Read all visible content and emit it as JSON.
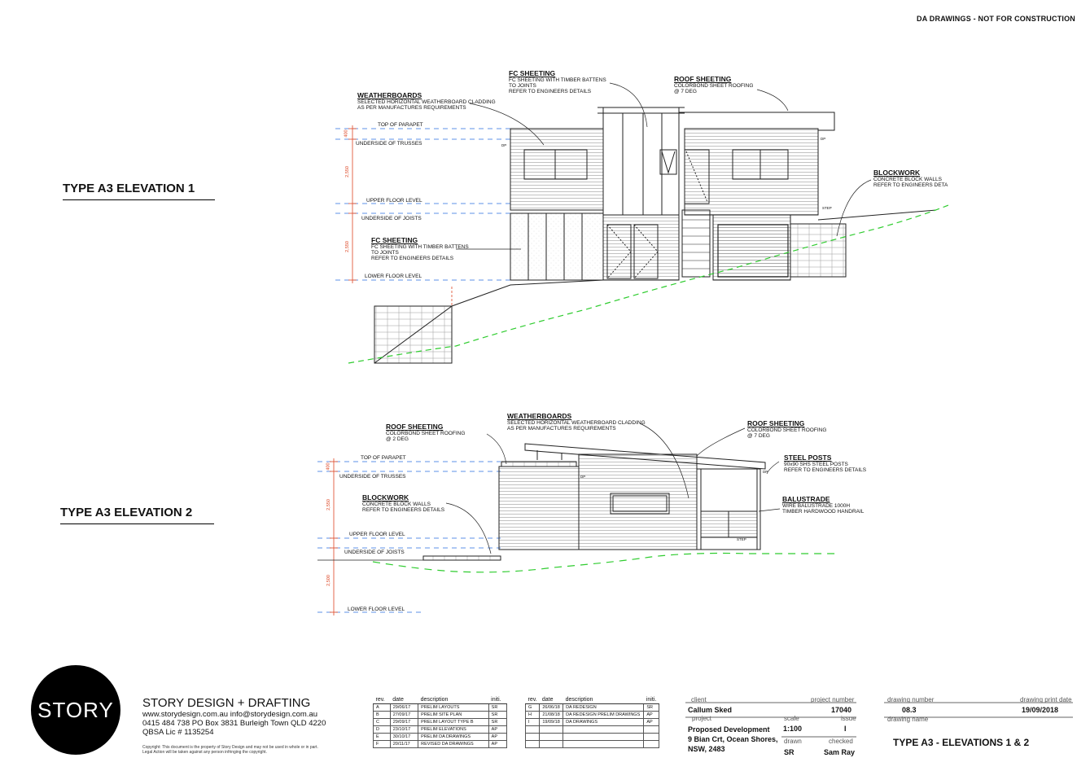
{
  "header": {
    "note": "DA DRAWINGS - NOT FOR CONSTRUCTION"
  },
  "elevation1": {
    "title": "TYPE A3  ELEVATION 1",
    "levels": {
      "top_parapet": "TOP OF PARAPET",
      "underside_trusses": "UNDERSIDE OF TRUSSES",
      "upper_floor": "UPPER FLOOR LEVEL",
      "underside_joists": "UNDERSIDE OF JOISTS",
      "lower_floor": "LOWER FLOOR LEVEL"
    },
    "dims": {
      "d400": "400",
      "d2550a": "2,550",
      "d2550b": "2,550"
    },
    "labels": {
      "weatherboards_h": "WEATHERBOARDS",
      "weatherboards_t": "SELECTED HORIZONTAL WEATHERBOARD CLADDING\nAS PER MANUFACTURES REQUIREMENTS",
      "fc_top_h": "FC SHEETING",
      "fc_top_t": "FC SHEETING WITH TIMBER BATTENS\nTO JOINTS\nREFER TO ENGINEERS DETAILS",
      "roof_h": "ROOF SHEETING",
      "roof_t": "COLORBOND SHEET ROOFING\n@ 7 DEG",
      "block_h": "BLOCKWORK",
      "block_t": "CONCRETE BLOCK WALLS\nREFER TO ENGINEERS DETA",
      "fc_low_h": "FC SHEETING",
      "fc_low_t": "FC SHEETING WITH TIMBER BATTENS\nTO JOINTS\nREFER TO ENGINEERS DETAILS"
    },
    "small": {
      "dp1": "DP",
      "dp2": "DP",
      "step": "STEP"
    }
  },
  "elevation2": {
    "title": "TYPE A3  ELEVATION 2",
    "levels": {
      "top_parapet": "TOP OF PARAPET",
      "underside_trusses": "UNDERSIDE OF TRUSSES",
      "upper_floor": "UPPER FLOOR LEVEL",
      "underside_joists": "UNDERSIDE OF JOISTS",
      "lower_floor": "LOWER FLOOR LEVEL"
    },
    "dims": {
      "d400": "400",
      "d2550": "2,550",
      "d2500": "2,500"
    },
    "labels": {
      "roof_l_h": "ROOF SHEETING",
      "roof_l_t": "COLORBOND SHEET ROOFING\n@ 2 DEG",
      "weatherboards_h": "WEATHERBOARDS",
      "weatherboards_t": "SELECTED HORIZONTAL WEATHERBOARD CLADDING\nAS PER MANUFACTURES REQUIREMENTS",
      "roof_r_h": "ROOF SHEETING",
      "roof_r_t": "COLORBOND SHEET ROOFING\n@ 7 DEG",
      "posts_h": "STEEL POSTS",
      "posts_t": "90x90 SHS STEEL POSTS\nREFER TO ENGINEERS DETAILS",
      "block_h": "BLOCKWORK",
      "block_t": "CONCRETE BLOCK WALLS\nREFER TO ENGINEERS DETAILS",
      "bal_h": "BALUSTRADE",
      "bal_t": "WIRE BALUSTRADE 1000H\nTIMBER HARDWOOD HANDRAIL"
    },
    "small": {
      "dp1": "DP",
      "dp2": "DP",
      "step": "STEP"
    }
  },
  "company": {
    "logo": "STORY",
    "name": "STORY DESIGN + DRAFTING",
    "line1": "www.storydesign.com.au     info@storydesign.com.au",
    "line2": "0415 484 738   PO Box 3831 Burleigh Town QLD 4220",
    "line3": "QBSA Lic # 1135254",
    "copyright": "Copyright: This document is the property of Story Design and may not be used in whole or in part.\nLegal Action will be taken against any person infringing the copyright."
  },
  "revisions": {
    "headers": [
      "rev.",
      "date",
      "description",
      "initi."
    ],
    "left": [
      [
        "A",
        "29/06/17",
        "PRELIM LAYOUTS",
        "SR"
      ],
      [
        "B",
        "27/09/17",
        "PRELIM SITE PLAN",
        "SR"
      ],
      [
        "C",
        "29/09/17",
        "PRELIM LAYOUT TYPE B",
        "SR"
      ],
      [
        "D",
        "23/10/17",
        "PRELIM ELEVATIONS",
        "AP"
      ],
      [
        "E",
        "30/10/17",
        "PRELIM DA DRAWINGS",
        "AP"
      ],
      [
        "F",
        "20/11/17",
        "REVISED DA DRAWINGS",
        "AP"
      ]
    ],
    "right": [
      [
        "G",
        "26/06/18",
        "DA REDESIGN",
        "SR"
      ],
      [
        "H",
        "21/08/18",
        "DA REDESIGN PRELIM DRAWINGS",
        "AP"
      ],
      [
        "I",
        "19/09/18",
        "DA DRAWINGS",
        "AP"
      ],
      [
        "",
        "",
        "",
        ""
      ],
      [
        "",
        "",
        "",
        ""
      ],
      [
        "",
        "",
        "",
        ""
      ]
    ]
  },
  "title_block": {
    "client_label": "client",
    "client": "Callum Sked",
    "project_number_label": "project number",
    "project_number": "17040",
    "drawing_number_label": "drawing number",
    "drawing_number": "08.3",
    "print_date_label": "drawing print date",
    "print_date": "19/09/2018",
    "project_label": "project",
    "project": "Proposed Development\n9 Bian Crt, Ocean Shores,\nNSW, 2483",
    "scale_label": "scale",
    "scale": "1:100",
    "issue_label": "issue",
    "issue": "I",
    "drawing_name_label": "drawing name",
    "drawing_name": "TYPE A3 - ELEVATIONS 1 & 2",
    "drawn_label": "drawn",
    "drawn": "SR",
    "checked_label": "checked",
    "checked": "Sam Ray"
  }
}
